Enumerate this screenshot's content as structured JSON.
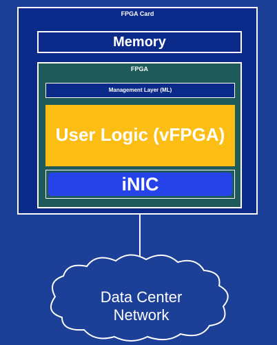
{
  "card": {
    "label": "FPGA Card"
  },
  "memory": {
    "label": "Memory"
  },
  "fpga": {
    "label": "FPGA"
  },
  "management_layer": {
    "label": "Management Layer (ML)"
  },
  "user_logic": {
    "label": "User Logic (vFPGA)"
  },
  "inic": {
    "label": "iNIC"
  },
  "network": {
    "line1": "Data Center",
    "line2": "Network"
  },
  "colors": {
    "background": "#1c3f97",
    "card_fill": "#0b2a8a",
    "fpga_fill": "#1e5a5a",
    "user_logic_fill": "#fcbe14",
    "inic_fill": "#2543e8",
    "outline": "#ffffff"
  }
}
